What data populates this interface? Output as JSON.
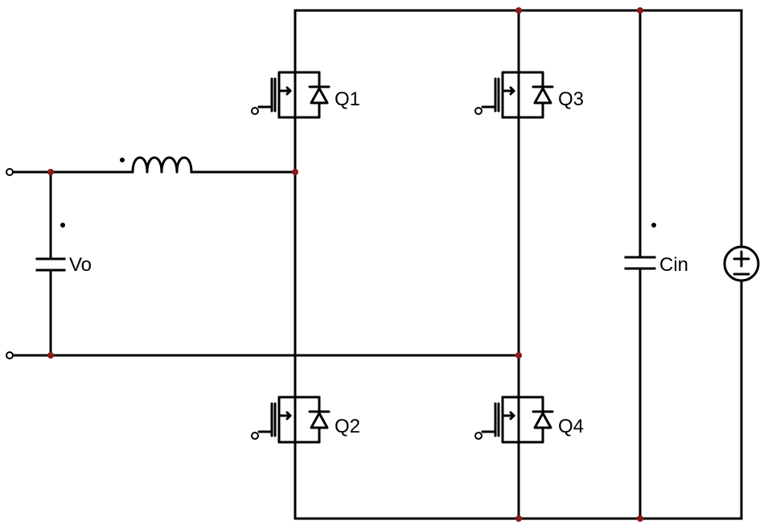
{
  "labels": {
    "q1": "Q1",
    "q2": "Q2",
    "q3": "Q3",
    "q4": "Q4",
    "vo": "Vo",
    "cin": "Cin"
  },
  "colors": {
    "wire": "#000000",
    "node": "#8b1a1a"
  }
}
